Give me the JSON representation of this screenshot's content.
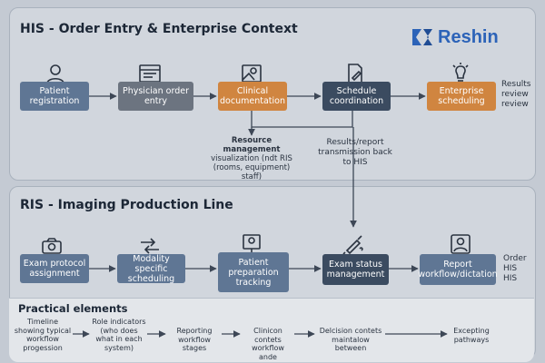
{
  "his": {
    "title": "HIS - Order Entry & Enterprise Context",
    "logo_text": "Reshin",
    "steps": [
      {
        "label": "Patient registration",
        "icon": "person-icon"
      },
      {
        "label": "Physician order entry",
        "icon": "browser-window-icon"
      },
      {
        "label": "Clinical documentation",
        "icon": "photo-document-icon"
      },
      {
        "label": "Schedule coordination",
        "icon": "document-pen-icon"
      },
      {
        "label": "Enterprise scheduling",
        "icon": "lightbulb-icon"
      }
    ],
    "side_label": "Results review review",
    "resource_title": "Resource management",
    "resource_text": "visualization (ndt RIS (rooms, equipment) staff)",
    "results_text": "Results/report transmission back to HIS"
  },
  "ris": {
    "title": "RIS - Imaging Production Line",
    "steps": [
      {
        "label": "Exam protocol assignment",
        "icon": "camera-icon"
      },
      {
        "label": "Modality specific scheduling",
        "icon": "exchange-arrows-icon"
      },
      {
        "label": "Patient preparation tracking",
        "icon": "monitor-icon"
      },
      {
        "label": "Exam status management",
        "icon": "syringe-icon"
      },
      {
        "label": "Report workflow/dictation",
        "icon": "doctor-icon"
      }
    ],
    "side_label": "Order HIS HIS"
  },
  "practical": {
    "title": "Practical elements",
    "items": [
      "Timeline showing typical workflow progession",
      "Role indicators (who does what in each system)",
      "Reporting workflow stages",
      "Clinicon contets workflow ande",
      "Delcision contets maintalow between",
      "Excepting pathways"
    ]
  },
  "colors": {
    "box_blue": "#5f7694",
    "box_grey": "#6c7480",
    "box_orange": "#d08540",
    "box_dark": "#3b4b60",
    "logo_blue": "#2c63b8"
  }
}
